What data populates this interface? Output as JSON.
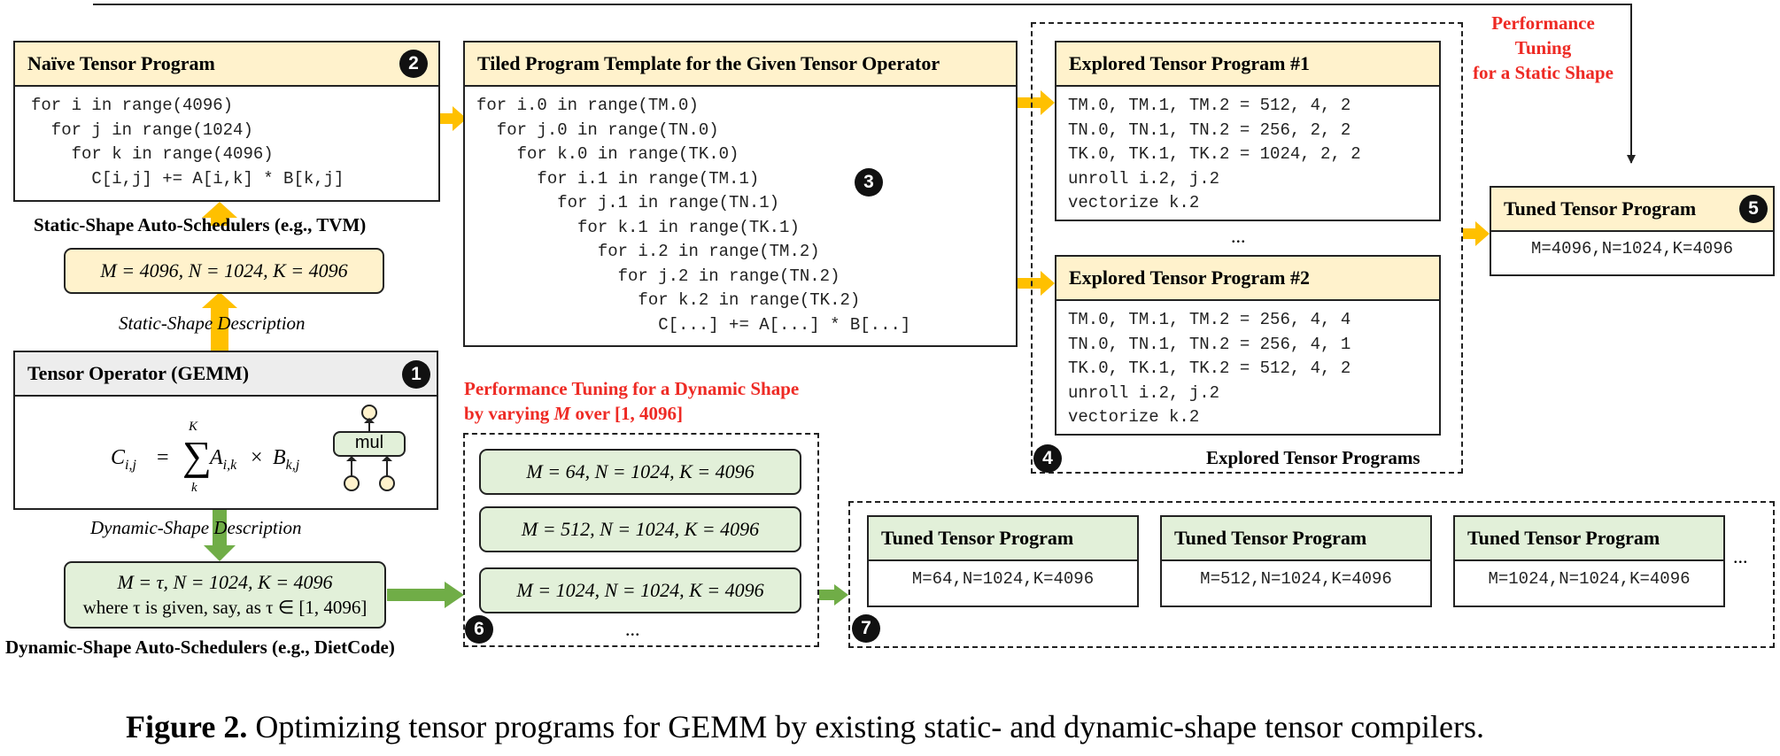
{
  "colors": {
    "yellow_fill": "#fff2cc",
    "green_fill": "#e2f0d9",
    "gray_fill": "#ededed",
    "yellow_arrow": "#ffc000",
    "green_arrow": "#70ad47",
    "red_text": "#ee2a24"
  },
  "naive": {
    "title": "Naïve Tensor Program",
    "badge": "2",
    "code": "for i in range(4096)\n  for j in range(1024)\n    for k in range(4096)\n      C[i,j] += A[i,k] * B[k,j]"
  },
  "static_scheduler_label": "Static-Shape Auto-Schedulers  (e.g., TVM)",
  "static_shape": "M = 4096, N = 1024, K = 4096",
  "static_desc_label": "Static-Shape Description",
  "operator": {
    "title": "Tensor Operator (GEMM)",
    "badge": "1",
    "formula_lhs": "C",
    "formula_lhs_sub": "i,j",
    "formula_eq": "=",
    "formula_sum": "∑",
    "formula_sum_top": "K",
    "formula_sum_bot": "k",
    "formula_a": "A",
    "formula_a_sub": "i,k",
    "formula_times": "×",
    "formula_b": "B",
    "formula_b_sub": "k,j",
    "node_label": "mul"
  },
  "dynamic_desc_label": "Dynamic-Shape Description",
  "dynamic_shape": {
    "line1": "M = τ, N = 1024, K = 4096",
    "line2": "where τ is given, say, as τ ∈ [1, 4096]"
  },
  "dynamic_scheduler_label": "Dynamic-Shape Auto-Schedulers  (e.g., DietCode)",
  "template": {
    "title": "Tiled Program Template for the Given Tensor Operator",
    "badge": "3",
    "code": "for i.0 in range(TM.0)\n  for j.0 in range(TN.0)\n    for k.0 in range(TK.0)\n      for i.1 in range(TM.1)\n        for j.1 in range(TN.1)\n          for k.1 in range(TK.1)\n            for i.2 in range(TM.2)\n              for j.2 in range(TN.2)\n                for k.2 in range(TK.2)\n                  C[...] += A[...] * B[...]"
  },
  "explored": {
    "p1_title": "Explored Tensor Program #1",
    "p1_code": "TM.0, TM.1, TM.2 = 512, 4, 2\nTN.0, TN.1, TN.2 = 256, 2, 2\nTK.0, TK.1, TK.2 = 1024, 2, 2\nunroll i.2, j.2\nvectorize k.2",
    "ellipsis": "...",
    "p2_title": "Explored Tensor Program #2",
    "p2_code": "TM.0, TM.1, TM.2 = 256, 4, 4\nTN.0, TN.1, TN.2 = 256, 4, 1\nTK.0, TK.1, TK.2 = 512, 4, 2\nunroll i.2, j.2\nvectorize k.2",
    "group_label": "Explored Tensor Programs",
    "badge": "4"
  },
  "perf_static": {
    "line1": "Performance",
    "line2": "Tuning",
    "line3": "for a Static Shape"
  },
  "tuned_static": {
    "title": "Tuned Tensor Program",
    "badge": "5",
    "value": "M=4096,N=1024,K=4096"
  },
  "perf_dynamic": {
    "line1": "Performance Tuning for a Dynamic Shape",
    "line2_pre": "by varying ",
    "line2_var": "M",
    "line2_post": " over [1, 4096]"
  },
  "dynamic_shapes": {
    "items": [
      "M = 64, N = 1024, K = 4096",
      "M = 512, N = 1024, K = 4096",
      "M = 1024, N = 1024, K = 4096"
    ],
    "ellipsis": "...",
    "badge": "6"
  },
  "tuned_dynamic": {
    "programs": [
      {
        "title": "Tuned Tensor Program",
        "value": "M=64,N=1024,K=4096"
      },
      {
        "title": "Tuned Tensor Program",
        "value": "M=512,N=1024,K=4096"
      },
      {
        "title": "Tuned Tensor Program",
        "value": "M=1024,N=1024,K=4096"
      }
    ],
    "ellipsis": "...",
    "badge": "7"
  },
  "caption": {
    "label": "Figure 2.",
    "text": " Optimizing tensor programs for GEMM by existing static- and dynamic-shape tensor compilers."
  }
}
